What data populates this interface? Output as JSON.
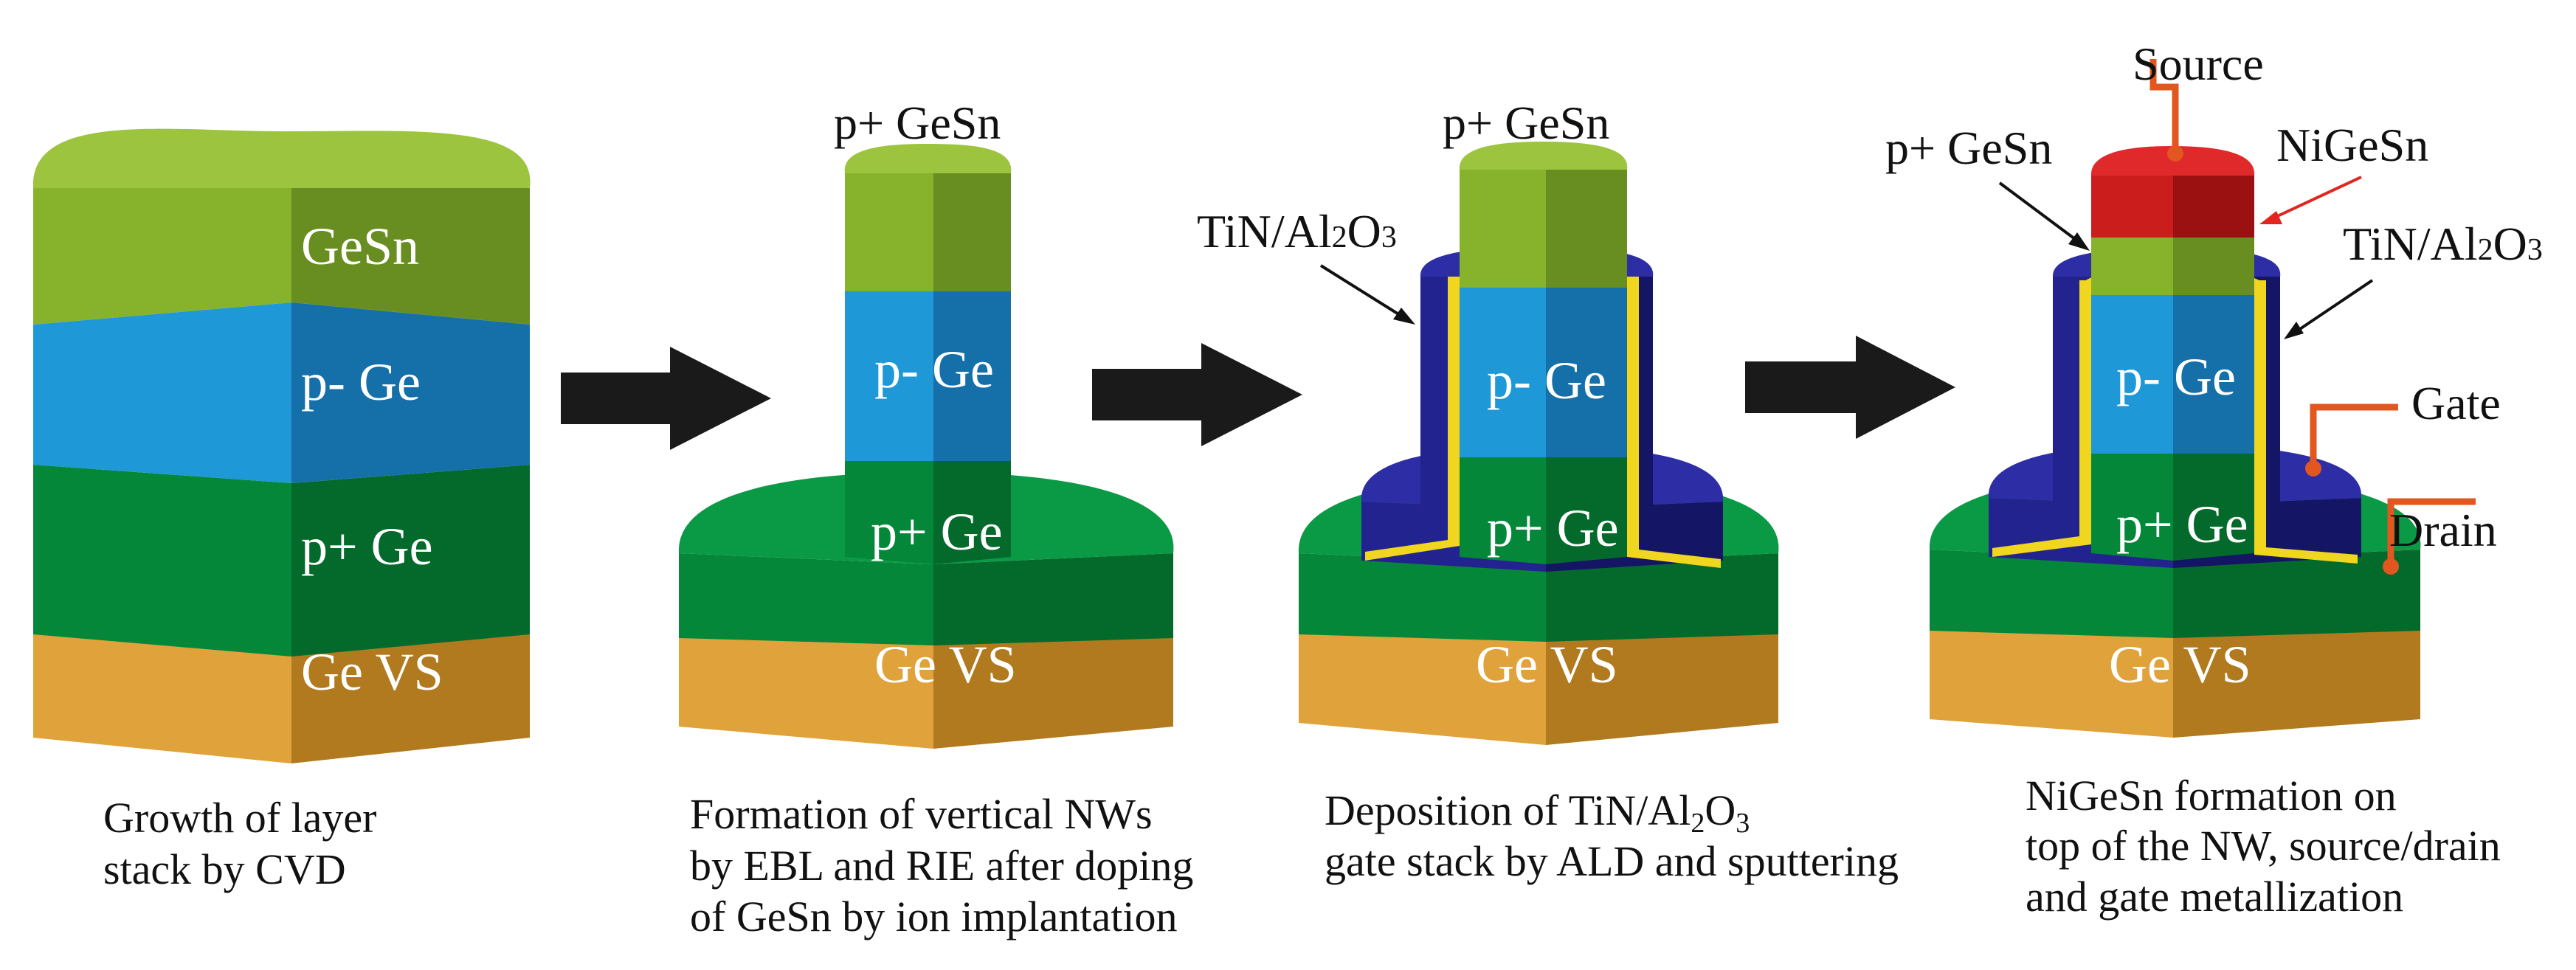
{
  "colors": {
    "gesn": "#86b22c",
    "gesn_dark": "#688d20",
    "gesn_top": "#9cc43e",
    "pge": "#1e98d6",
    "pge_dark": "#156fa8",
    "ppge": "#05873a",
    "ppge_dark": "#036a2b",
    "ppge_top": "#0a9a45",
    "gevs": "#e0a23a",
    "gevs_dark": "#b17a1f",
    "tin": "#23238f",
    "tin_dark": "#151565",
    "tin_top": "#2d2da6",
    "al2o3": "#f0d61e",
    "nigesn": "#cc1d1d",
    "nigesn_dark": "#9b1111",
    "nigesn_top": "#e0292a",
    "metal": "#e2561f",
    "label_red": "#e2251e",
    "arrow": "#1a1a1a"
  },
  "step1": {
    "layer_gesn": "GeSn",
    "layer_pge": "p- Ge",
    "layer_ppge": "p+ Ge",
    "layer_gevs": "Ge VS",
    "caption_line1": "Growth of  layer",
    "caption_line2": "stack by CVD"
  },
  "step2": {
    "label_top": "p+ GeSn",
    "layer_pge": "p- Ge",
    "layer_ppge": "p+ Ge",
    "layer_gevs": "Ge VS",
    "caption_line1": "Formation of vertical NWs",
    "caption_line2": "by EBL and RIE after doping",
    "caption_line3": "of GeSn by ion implantation"
  },
  "step3": {
    "label_top": "p+ GeSn",
    "label_tin_main": "TiN/Al",
    "label_tin_sub2": "2",
    "label_tin_o": "O",
    "label_tin_sub3": "3",
    "layer_pge": "p- Ge",
    "layer_ppge": "p+ Ge",
    "layer_gevs": "Ge VS",
    "caption1_main": "Deposition of TiN/Al",
    "caption1_sub2": "2",
    "caption1_o": "O",
    "caption1_sub3": "3",
    "caption_line2": "gate stack by ALD and sputtering"
  },
  "step4": {
    "label_source": "Source",
    "label_nigesn": "NiGeSn",
    "label_pgesn": "p+ GeSn",
    "label_tin_main": "TiN/Al",
    "label_tin_sub2": "2",
    "label_tin_o": "O",
    "label_tin_sub3": "3",
    "label_gate": "Gate",
    "label_drain": "Drain",
    "layer_pge": "p- Ge",
    "layer_ppge": "p+ Ge",
    "layer_gevs": "Ge VS",
    "caption_line1": "NiGeSn formation on",
    "caption_line2": "top of the NW, source/drain",
    "caption_line3": "and gate  metallization"
  }
}
